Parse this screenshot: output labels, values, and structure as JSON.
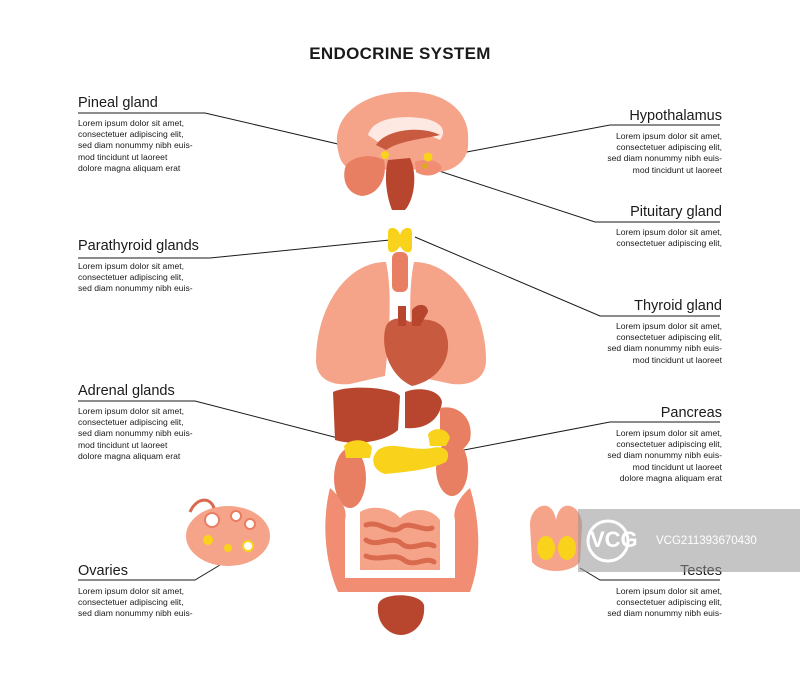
{
  "title": "ENDOCRINE SYSTEM",
  "labels": {
    "pineal": {
      "name": "Pineal gland",
      "text": "Lorem ipsum dolor sit amet,\nconsectetuer adipiscing elit,\nsed diam nonummy nibh euis-\nmod tincidunt ut laoreet\ndolore magna aliquam erat"
    },
    "hypothalamus": {
      "name": "Hypothalamus",
      "text": "Lorem ipsum dolor sit amet,\nconsectetuer adipiscing elit,\nsed diam nonummy nibh euis-\nmod tincidunt ut laoreet"
    },
    "pituitary": {
      "name": "Pituitary gland",
      "text": "Lorem ipsum dolor sit amet,\nconsectetuer adipiscing elit,"
    },
    "parathyroid": {
      "name": "Parathyroid glands",
      "text": "Lorem ipsum dolor sit amet,\nconsectetuer adipiscing elit,\nsed diam nonummy nibh euis-"
    },
    "thyroid": {
      "name": "Thyroid gland",
      "text": "Lorem ipsum dolor sit amet,\nconsectetuer adipiscing elit,\nsed diam nonummy nibh euis-\nmod tincidunt ut laoreet"
    },
    "adrenal": {
      "name": "Adrenal glands",
      "text": "Lorem ipsum dolor sit amet,\nconsectetuer adipiscing elit,\nsed diam nonummy nibh euis-\nmod tincidunt ut laoreet\ndolore magna aliquam erat"
    },
    "pancreas": {
      "name": "Pancreas",
      "text": "Lorem ipsum dolor sit amet,\nconsectetuer adipiscing elit,\nsed diam nonummy nibh euis-\nmod tincidunt ut laoreet\ndolore magna aliquam erat"
    },
    "ovaries": {
      "name": "Ovaries",
      "text": "Lorem ipsum dolor sit amet,\nconsectetuer adipiscing elit,\nsed diam nonummy nibh euis-"
    },
    "testes": {
      "name": "Testes",
      "text": "Lorem ipsum dolor sit amet,\nconsectetuer adipiscing elit,\nsed diam nonummy nibh euis-"
    }
  },
  "watermark": {
    "brand": "VCG",
    "id": "VCG211393670430"
  },
  "colors": {
    "organ_light": "#f5a48a",
    "organ_mid": "#e87e62",
    "organ_dark": "#b8462e",
    "gland": "#f9d21c",
    "line": "#1a1a1a"
  }
}
